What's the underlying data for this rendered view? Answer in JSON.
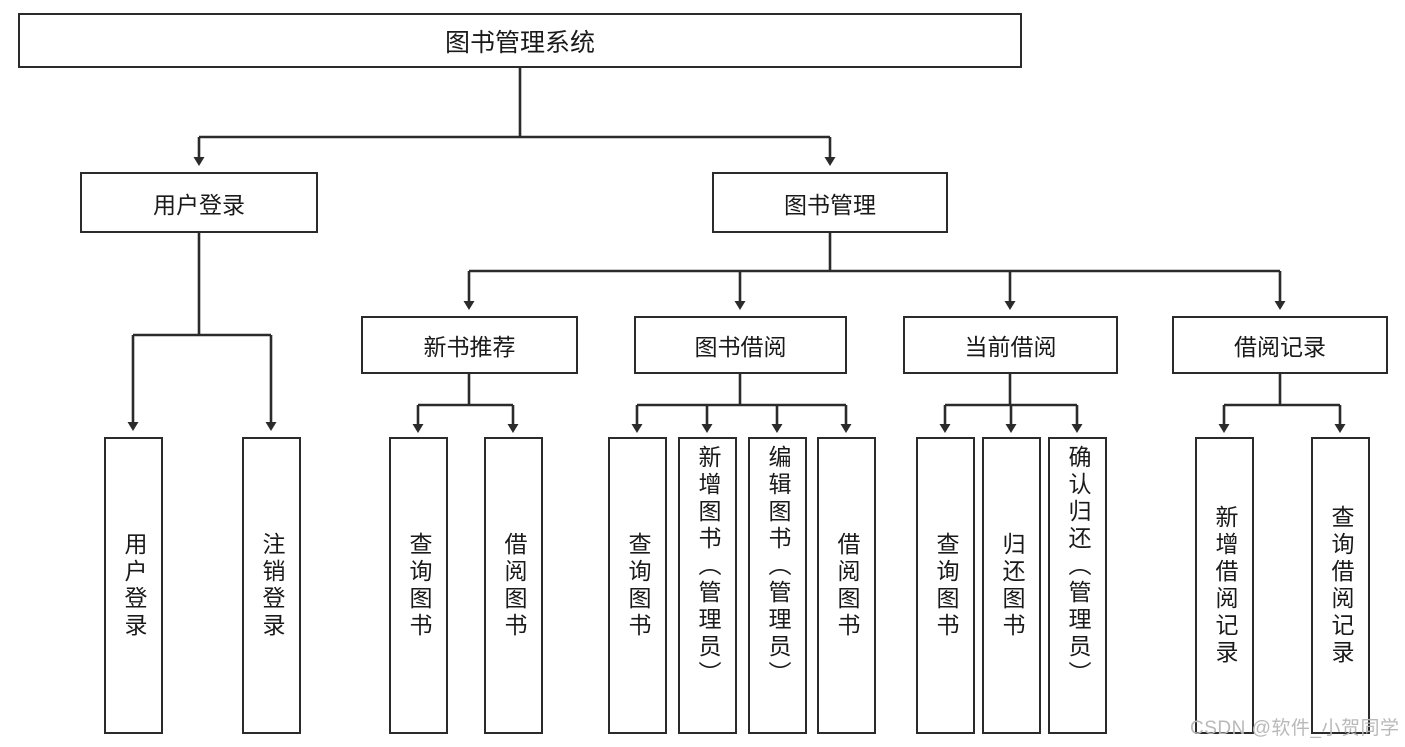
{
  "diagram": {
    "title": "图书管理系统",
    "root": {
      "label": "图书管理系统"
    },
    "level2": [
      {
        "label": "用户登录"
      },
      {
        "label": "图书管理"
      }
    ],
    "level3": [
      {
        "label": "新书推荐"
      },
      {
        "label": "图书借阅"
      },
      {
        "label": "当前借阅"
      },
      {
        "label": "借阅记录"
      }
    ],
    "leaves": {
      "user_login": [
        {
          "label": "用户登录"
        },
        {
          "label": "注销登录"
        }
      ],
      "new_book_recommend": [
        {
          "label": "查询图书"
        },
        {
          "label": "借阅图书"
        }
      ],
      "book_borrow": [
        {
          "label": "查询图书"
        },
        {
          "label": "新增图书（管理员）"
        },
        {
          "label": "编辑图书（管理员）"
        },
        {
          "label": "借阅图书"
        }
      ],
      "current_borrow": [
        {
          "label": "查询图书"
        },
        {
          "label": "归还图书"
        },
        {
          "label": "确认归还（管理员）"
        }
      ],
      "borrow_record": [
        {
          "label": "新增借阅记录"
        },
        {
          "label": "查询借阅记录"
        }
      ]
    }
  },
  "watermark": {
    "text": "CSDN @软件_小贺同学"
  },
  "colors": {
    "stroke": "#2b2b2b",
    "fill": "#ffffff",
    "text": "#1a1a1a",
    "watermark": "#b9b9b9"
  }
}
